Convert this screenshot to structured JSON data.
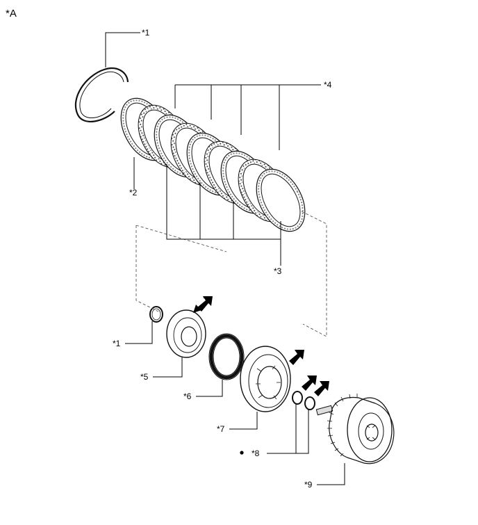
{
  "figure_tag": "*A",
  "callouts": {
    "c1_top": "*1",
    "c2": "*2",
    "c3": "*3",
    "c4": "*4",
    "c1_low": "*1",
    "c5": "*5",
    "c6": "*6",
    "c7": "*7",
    "c8": "*8",
    "c9": "*9"
  },
  "colors": {
    "line": "#111111",
    "shade": "#c8c8c8",
    "arrow": "#000000"
  }
}
